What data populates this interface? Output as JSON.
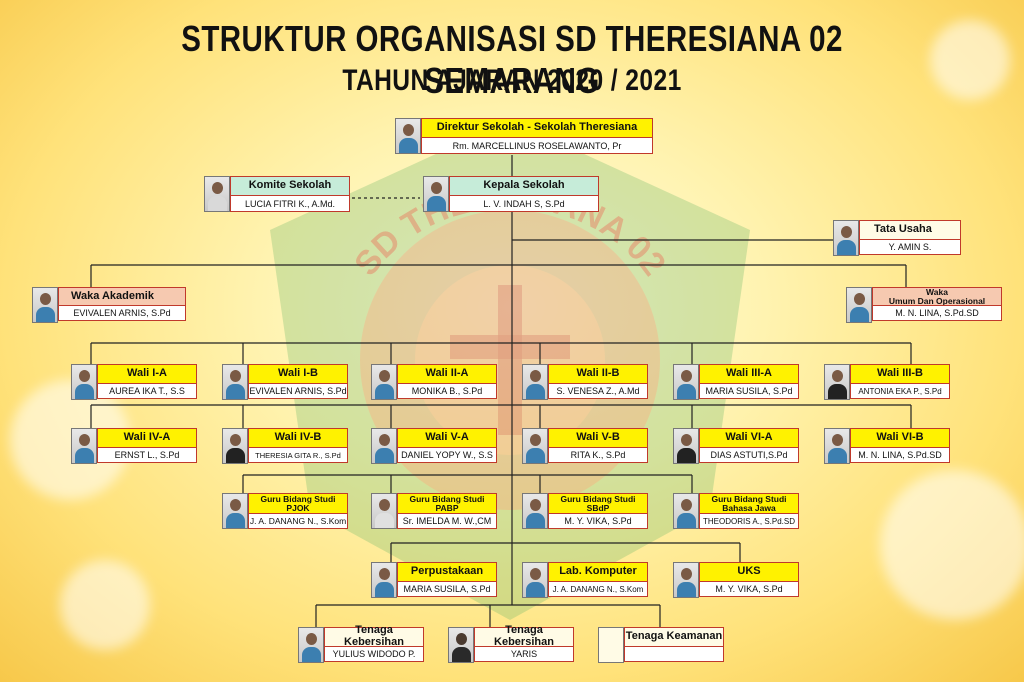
{
  "header": {
    "title": "STRUKTUR ORGANISASI SD THERESIANA 02 SEMARANG",
    "subtitle": "TAHUN AJARAN 2020 / 2021"
  },
  "emblem": {
    "text": "SD THERESIANA 02"
  },
  "colors": {
    "role_fill": "#fff200",
    "border": "#c0392b",
    "komite_fill": "#c6ecd9",
    "waka_fill": "#f6c9b0"
  },
  "nodes": {
    "direktur": {
      "role": "Direktur Sekolah - Sekolah Theresiana",
      "name": "Rm. MARCELLINUS ROSELAWANTO, Pr"
    },
    "komite": {
      "role": "Komite Sekolah",
      "name": "LUCIA FITRI K., A.Md."
    },
    "kepala": {
      "role": "Kepala Sekolah",
      "name": "L. V. INDAH S, S.Pd"
    },
    "tata_usaha": {
      "role": "Tata Usaha",
      "name": "Y. AMIN S."
    },
    "waka_akademik": {
      "role": "Waka Akademik",
      "name": "EVIVALEN ARNIS, S.Pd"
    },
    "waka_umum": {
      "role_line1": "Waka",
      "role_line2": "Umum Dan Operasional",
      "name": "M. N. LINA, S.Pd.SD"
    },
    "wali_1a": {
      "role": "Wali I-A",
      "name": "AUREA IKA T., S.S"
    },
    "wali_1b": {
      "role": "Wali I-B",
      "name": "EVIVALEN ARNIS, S.Pd"
    },
    "wali_2a": {
      "role": "Wali II-A",
      "name": "MONIKA B., S.Pd"
    },
    "wali_2b": {
      "role": "Wali II-B",
      "name": "S. VENESA Z., A.Md"
    },
    "wali_3a": {
      "role": "Wali III-A",
      "name": "MARIA SUSILA, S.Pd"
    },
    "wali_3b": {
      "role": "Wali III-B",
      "name": "ANTONIA EKA P., S.Pd"
    },
    "wali_4a": {
      "role": "Wali IV-A",
      "name": "ERNST L., S.Pd"
    },
    "wali_4b": {
      "role": "Wali IV-B",
      "name": "THERESIA GITA R., S.Pd"
    },
    "wali_5a": {
      "role": "Wali V-A",
      "name": "DANIEL YOPY W.,  S.S"
    },
    "wali_5b": {
      "role": "Wali V-B",
      "name": "RITA K., S.Pd"
    },
    "wali_6a": {
      "role": "Wali VI-A",
      "name": "DIAS  ASTUTI,S.Pd"
    },
    "wali_6b": {
      "role": "Wali VI-B",
      "name": "M. N. LINA, S.Pd.SD"
    },
    "guru_pjok": {
      "role_line1": "Guru Bidang Studi",
      "role_line2": "PJOK",
      "name": "J. A. DANANG N., S.Kom"
    },
    "guru_pabp": {
      "role_line1": "Guru Bidang Studi",
      "role_line2": "PABP",
      "name": "Sr. IMELDA M. W.,CM"
    },
    "guru_sbdp": {
      "role_line1": "Guru Bidang Studi",
      "role_line2": "SBdP",
      "name": "M. Y. VIKA, S.Pd"
    },
    "guru_jawa": {
      "role_line1": "Guru Bidang Studi",
      "role_line2": "Bahasa Jawa",
      "name": "THEODORIS A., S.Pd.SD"
    },
    "perpustakaan": {
      "role": "Perpustakaan",
      "name": "MARIA SUSILA, S.Pd"
    },
    "lab_komputer": {
      "role": "Lab. Komputer",
      "name": "J. A. DANANG N., S.Kom"
    },
    "uks": {
      "role": "UKS",
      "name": "M. Y. VIKA, S.Pd"
    },
    "kebersihan_1": {
      "role": "Tenaga Kebersihan",
      "name": "YULIUS WIDODO P."
    },
    "kebersihan_2": {
      "role": "Tenaga Kebersihan",
      "name": "YARIS"
    },
    "keamanan": {
      "role": "Tenaga Keamanan",
      "name": ""
    }
  }
}
